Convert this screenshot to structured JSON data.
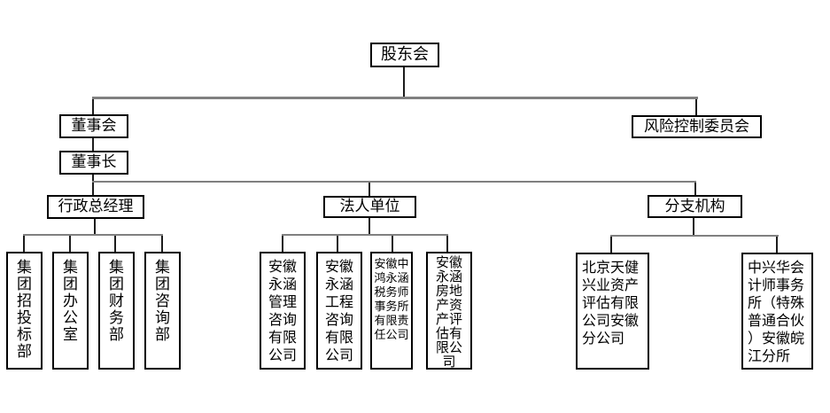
{
  "diagram": {
    "type": "org-chart",
    "background": "#ffffff"
  },
  "colors": {
    "box_border": "#000000",
    "box_fill": "#ffffff",
    "text": "#000000",
    "connector_horizontal": "#808080",
    "connector_vertical": "#1c1c1c"
  },
  "nodes": {
    "shareholders": {
      "label": "股东会"
    },
    "board": {
      "label": "董事会"
    },
    "chairman": {
      "label": "董事长"
    },
    "risk_committee": {
      "label": "风险控制委员会"
    },
    "admin_gm": {
      "label": "行政总经理"
    },
    "legal_units": {
      "label": "法人单位"
    },
    "branches": {
      "label": "分支机构"
    },
    "dept_bidding": {
      "label": "集团招投标部"
    },
    "dept_office": {
      "label": "集团办公室"
    },
    "dept_finance": {
      "label": "集团财务部"
    },
    "dept_consulting": {
      "label": "集团咨询部"
    },
    "co_management": {
      "label": "安徽永涵管理咨询有限公司"
    },
    "co_engineering": {
      "label": "安徽永涵工程咨询有限公司"
    },
    "co_tax": {
      "label": "安徽中鸿永涵税务师事务所有限责任公司"
    },
    "co_real_estate": {
      "label": "安徽永涵房地产资产评估有限公司"
    },
    "branch_tianjian": {
      "label": "北京天健兴业资产评估有限公司安徽分公司"
    },
    "branch_zhongxinghua": {
      "label": "中兴华会计师事务所（特殊普通合伙）安徽皖江分所"
    }
  },
  "hierarchy": {
    "root": "shareholders",
    "edges": [
      {
        "from": "shareholders",
        "to": "board"
      },
      {
        "from": "shareholders",
        "to": "risk_committee"
      },
      {
        "from": "board",
        "to": "chairman"
      },
      {
        "from": "chairman",
        "to": "admin_gm"
      },
      {
        "from": "chairman",
        "to": "legal_units"
      },
      {
        "from": "chairman",
        "to": "branches"
      },
      {
        "from": "admin_gm",
        "to": "dept_bidding"
      },
      {
        "from": "admin_gm",
        "to": "dept_office"
      },
      {
        "from": "admin_gm",
        "to": "dept_finance"
      },
      {
        "from": "admin_gm",
        "to": "dept_consulting"
      },
      {
        "from": "legal_units",
        "to": "co_management"
      },
      {
        "from": "legal_units",
        "to": "co_engineering"
      },
      {
        "from": "legal_units",
        "to": "co_tax"
      },
      {
        "from": "legal_units",
        "to": "co_real_estate"
      },
      {
        "from": "branches",
        "to": "branch_tianjian"
      },
      {
        "from": "branches",
        "to": "branch_zhongxinghua"
      }
    ]
  }
}
